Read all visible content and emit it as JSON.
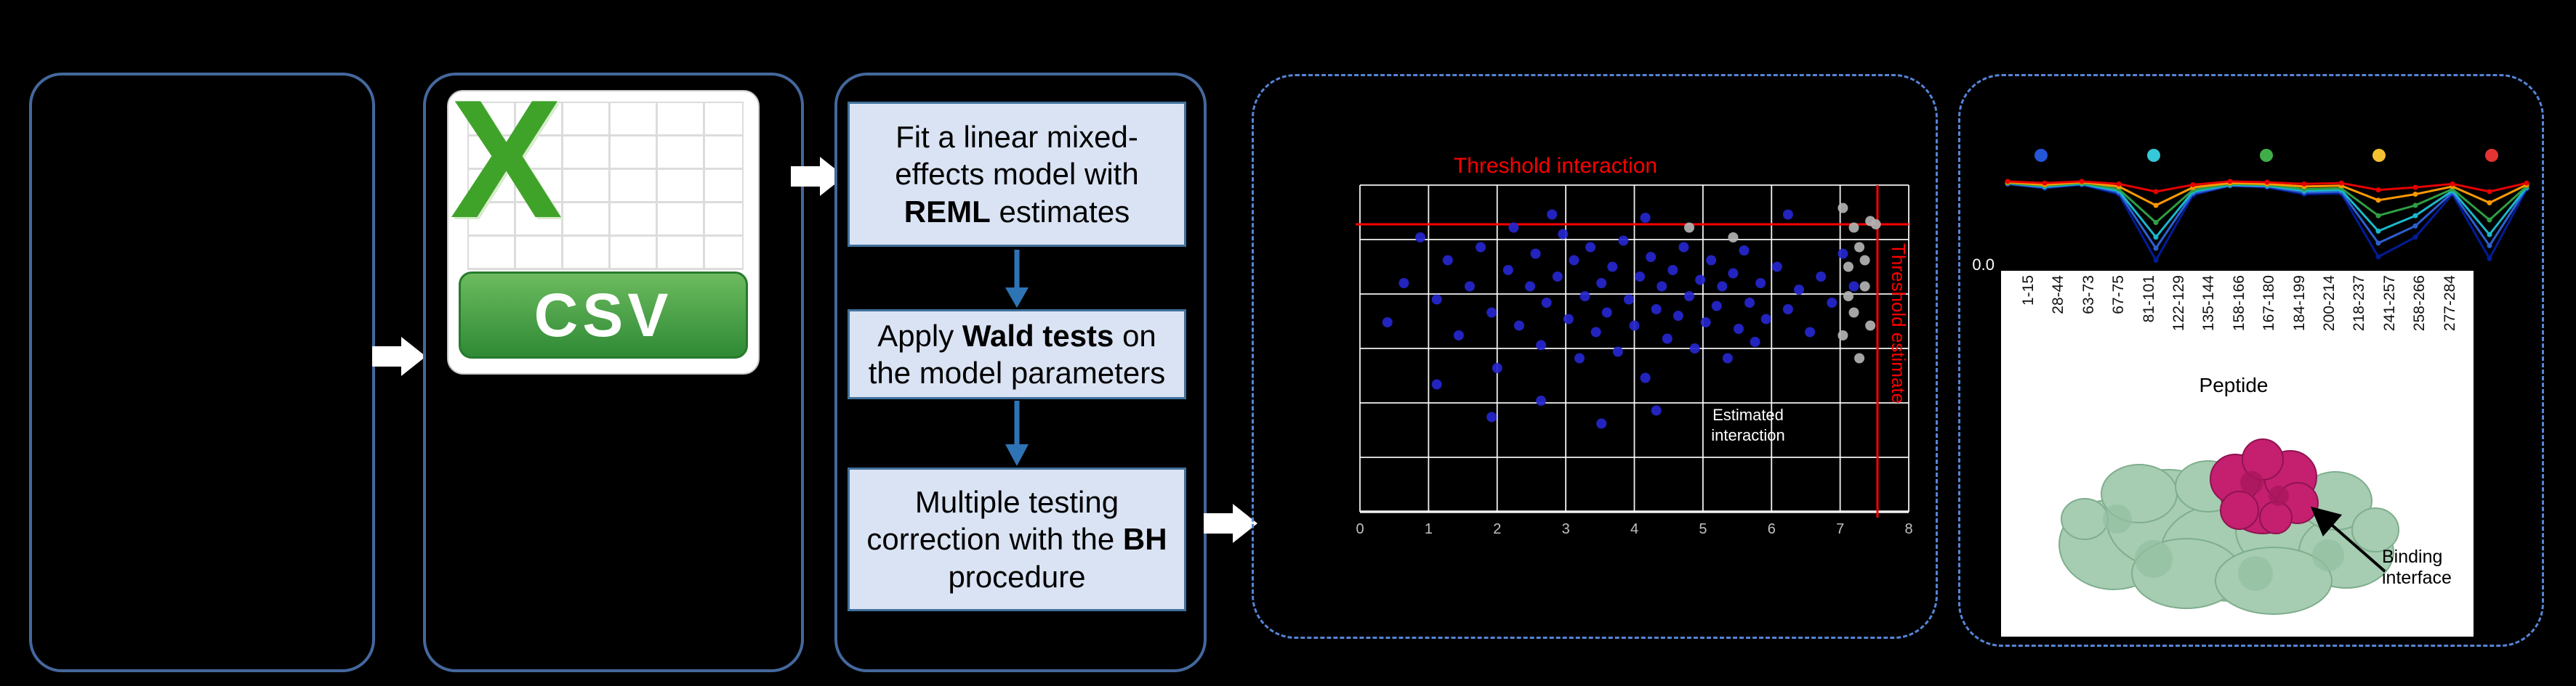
{
  "csv_icon": {
    "letter": "X",
    "label": "CSV"
  },
  "pipeline": {
    "step1": {
      "pre": "Fit a linear mixed-effects model with ",
      "bold": "REML",
      "post": " estimates"
    },
    "step2": {
      "pre": "Apply ",
      "bold": "Wald tests",
      "post": " on the model parameters"
    },
    "step3": {
      "pre": "Multiple testing correction with the ",
      "bold": "BH",
      "post": " procedure"
    }
  },
  "chart_data": [
    {
      "id": "threshold-scatter",
      "type": "scatter",
      "title": "Threshold interaction",
      "right_axis_label": "Threshold estimate",
      "annotation": [
        "Estimated",
        "interaction"
      ],
      "x_ticks": [
        "0",
        "1",
        "2",
        "3",
        "4",
        "5",
        "6",
        "7",
        "8"
      ],
      "grid": {
        "cols": 8,
        "rows": 6,
        "color": "#ffffff"
      },
      "threshold_color": "#ff0000",
      "threshold_y_frac": 0.12,
      "threshold_x_frac": 0.943,
      "series": [
        {
          "name": "significant-peptides",
          "color": "#2626cf",
          "points": [
            [
              5,
              42
            ],
            [
              8,
              30
            ],
            [
              11,
              16
            ],
            [
              14,
              35
            ],
            [
              16,
              23
            ],
            [
              18,
              46
            ],
            [
              20,
              31
            ],
            [
              22,
              19
            ],
            [
              24,
              39
            ],
            [
              25,
              56
            ],
            [
              27,
              26
            ],
            [
              28,
              13
            ],
            [
              29,
              43
            ],
            [
              31,
              31
            ],
            [
              32,
              21
            ],
            [
              33,
              49
            ],
            [
              34,
              36
            ],
            [
              36,
              28
            ],
            [
              37,
              15
            ],
            [
              38,
              41
            ],
            [
              39,
              23
            ],
            [
              40,
              53
            ],
            [
              41,
              34
            ],
            [
              42,
              19
            ],
            [
              43,
              45
            ],
            [
              44,
              30
            ],
            [
              45,
              39
            ],
            [
              46,
              25
            ],
            [
              47,
              51
            ],
            [
              48,
              17
            ],
            [
              49,
              35
            ],
            [
              50,
              43
            ],
            [
              51,
              28
            ],
            [
              52,
              59
            ],
            [
              53,
              22
            ],
            [
              54,
              38
            ],
            [
              55,
              31
            ],
            [
              56,
              47
            ],
            [
              57,
              26
            ],
            [
              58,
              40
            ],
            [
              59,
              19
            ],
            [
              60,
              34
            ],
            [
              61,
              50
            ],
            [
              62,
              29
            ],
            [
              63,
              42
            ],
            [
              64,
              23
            ],
            [
              65,
              37
            ],
            [
              66,
              31
            ],
            [
              67,
              53
            ],
            [
              68,
              27
            ],
            [
              69,
              44
            ],
            [
              70,
              20
            ],
            [
              71,
              36
            ],
            [
              72,
              48
            ],
            [
              73,
              30
            ],
            [
              74,
              41
            ],
            [
              76,
              25
            ],
            [
              78,
              38
            ],
            [
              80,
              32
            ],
            [
              82,
              45
            ],
            [
              84,
              28
            ],
            [
              86,
              36
            ],
            [
              24,
              71
            ],
            [
              33,
              66
            ],
            [
              44,
              73
            ],
            [
              54,
              69
            ],
            [
              14,
              61
            ],
            [
              35,
              9
            ],
            [
              52,
              10
            ],
            [
              78,
              9
            ],
            [
              88,
              21
            ],
            [
              90,
              31
            ]
          ]
        },
        {
          "name": "censored-peptides",
          "color": "#b3b3b3",
          "points": [
            [
              88,
              7
            ],
            [
              90,
              13
            ],
            [
              91,
              19
            ],
            [
              89,
              25
            ],
            [
              92,
              31
            ],
            [
              90,
              39
            ],
            [
              88,
              46
            ],
            [
              91,
              53
            ],
            [
              93,
              11
            ],
            [
              92,
              23
            ],
            [
              89,
              34
            ],
            [
              93,
              43
            ],
            [
              60,
              13
            ],
            [
              68,
              16
            ],
            [
              94,
              12
            ]
          ]
        }
      ]
    },
    {
      "id": "peptide-uptake-lines",
      "type": "line",
      "categories": [
        "1-15",
        "28-44",
        "63-73",
        "67-75",
        "81-101",
        "122-129",
        "135-144",
        "158-166",
        "167-180",
        "184-199",
        "200-214",
        "218-237",
        "241-257",
        "258-266",
        "277-284"
      ],
      "xlabel": "Peptide",
      "y_tick_label": "0.0",
      "ylim": [
        0,
        1.1
      ],
      "legend_dot_colors": [
        "#2456d6",
        "#35c8d8",
        "#3fae49",
        "#f2c230",
        "#e33434"
      ],
      "series": [
        {
          "name": "series-navy",
          "color": "#001c96",
          "values": [
            0.97,
            0.92,
            0.96,
            0.85,
            0.08,
            0.84,
            0.95,
            0.93,
            0.85,
            0.86,
            0.12,
            0.35,
            0.85,
            0.1,
            0.91
          ]
        },
        {
          "name": "series-blue",
          "color": "#2e5fd0",
          "values": [
            0.97,
            0.93,
            0.97,
            0.87,
            0.22,
            0.86,
            0.95,
            0.94,
            0.87,
            0.88,
            0.28,
            0.48,
            0.87,
            0.25,
            0.92
          ]
        },
        {
          "name": "series-cyan",
          "color": "#19b8cc",
          "values": [
            0.98,
            0.94,
            0.97,
            0.89,
            0.35,
            0.88,
            0.96,
            0.95,
            0.89,
            0.9,
            0.42,
            0.6,
            0.89,
            0.38,
            0.93
          ]
        },
        {
          "name": "series-green",
          "color": "#2f9e44",
          "values": [
            0.98,
            0.95,
            0.98,
            0.91,
            0.52,
            0.9,
            0.97,
            0.96,
            0.91,
            0.92,
            0.6,
            0.72,
            0.91,
            0.55,
            0.94
          ]
        },
        {
          "name": "series-orange",
          "color": "#ff9900",
          "values": [
            0.99,
            0.96,
            0.99,
            0.94,
            0.72,
            0.93,
            0.98,
            0.97,
            0.94,
            0.95,
            0.78,
            0.85,
            0.94,
            0.75,
            0.96
          ]
        },
        {
          "name": "series-red",
          "color": "#e60000",
          "values": [
            1.0,
            0.98,
            1.0,
            0.97,
            0.88,
            0.96,
            1.0,
            0.99,
            0.97,
            0.98,
            0.9,
            0.93,
            0.97,
            0.88,
            0.98
          ]
        }
      ]
    }
  ],
  "protein": {
    "annotation": "Binding interface"
  }
}
